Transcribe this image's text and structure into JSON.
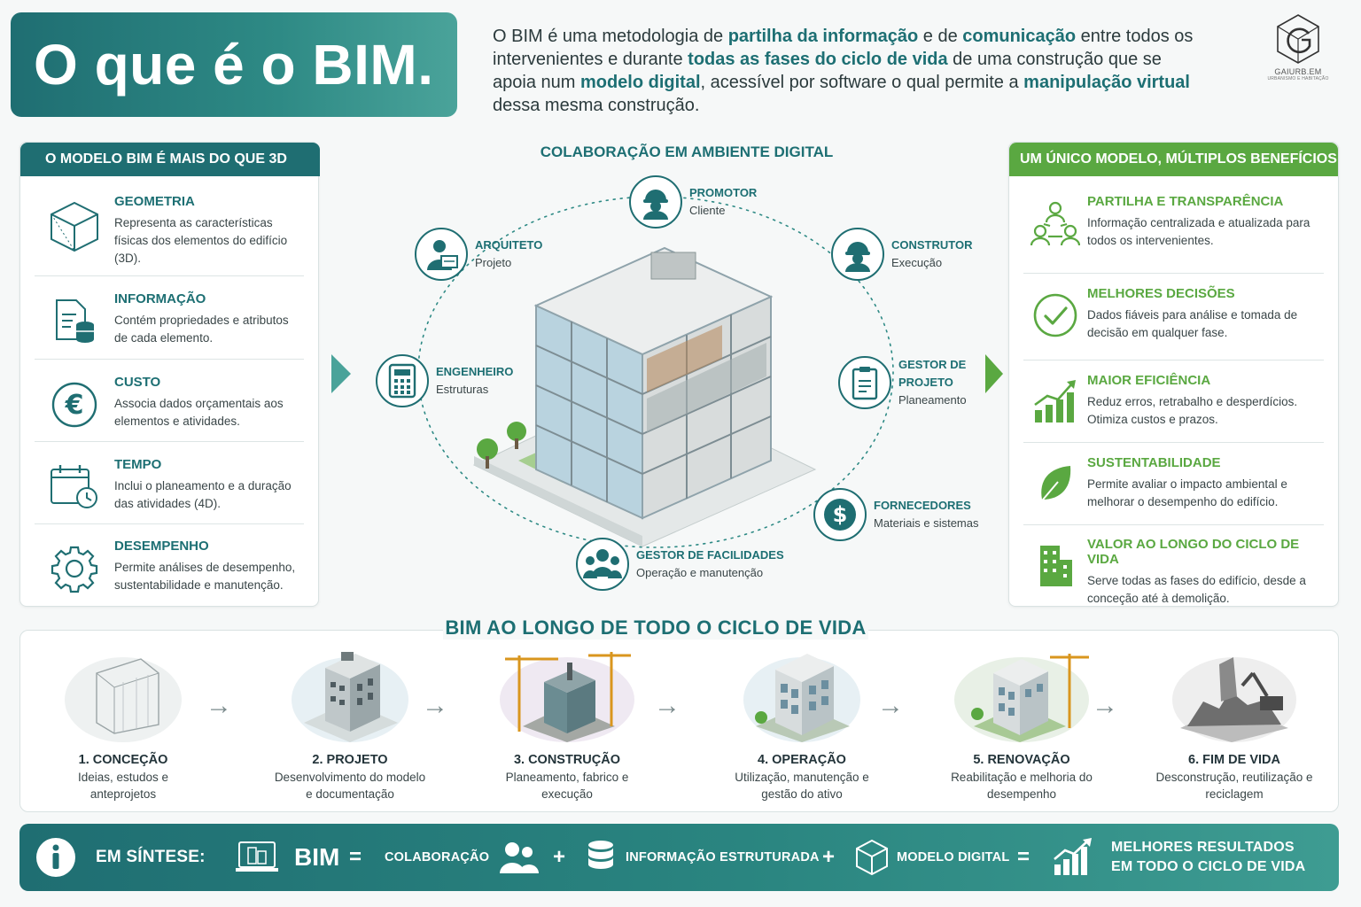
{
  "header": {
    "title": "O que é o BIM.",
    "intro": [
      {
        "t": "O BIM é uma metodologia de ",
        "b": false
      },
      {
        "t": "partilha da informação",
        "b": true
      },
      {
        "t": " e de ",
        "b": false
      },
      {
        "t": "comunicação",
        "b": true
      },
      {
        "t": " entre todos os intervenientes e durante ",
        "b": false
      },
      {
        "t": "todas as fases do ciclo de vida",
        "b": true
      },
      {
        "t": " de uma construção que se apoia num ",
        "b": false
      },
      {
        "t": "modelo digital",
        "b": true
      },
      {
        "t": ", acessível por software o qual permite a ",
        "b": false
      },
      {
        "t": "manipulação virtual",
        "b": true
      },
      {
        "t": " dessa mesma construção.",
        "b": false
      }
    ],
    "logo_brand": "GAIURB.EM",
    "logo_sub": "URBANISMO E HABITAÇÃO"
  },
  "left_panel": {
    "title": "O MODELO BIM É MAIS DO QUE 3D",
    "items": [
      {
        "title": "GEOMETRIA",
        "text": "Representa as características físicas dos elementos do edifício (3D).",
        "icon": "cube-icon"
      },
      {
        "title": "INFORMAÇÃO",
        "text": "Contém propriedades e atributos de cada elemento.",
        "icon": "document-database-icon"
      },
      {
        "title": "CUSTO",
        "text": "Associa dados orçamentais aos elementos e atividades.",
        "icon": "euro-icon"
      },
      {
        "title": "TEMPO",
        "text": "Inclui o planeamento e a duração das atividades (4D).",
        "icon": "calendar-clock-icon"
      },
      {
        "title": "DESEMPENHO",
        "text": "Permite análises de desempenho, sustentabilidade e manutenção.",
        "icon": "gear-icon"
      }
    ]
  },
  "center": {
    "title": "COLABORAÇÃO EM AMBIENTE DIGITAL",
    "actors": [
      {
        "role": "PROMOTOR",
        "sub": "Cliente"
      },
      {
        "role": "ARQUITETO",
        "sub": "Projeto"
      },
      {
        "role": "CONSTRUTOR",
        "sub": "Execução"
      },
      {
        "role": "ENGENHEIRO",
        "sub": "Estruturas"
      },
      {
        "role": "GESTOR DE PROJETO",
        "sub": "Planeamento"
      },
      {
        "role": "FORNECEDORES",
        "sub": "Materiais e sistemas"
      },
      {
        "role": "GESTOR DE FACILIDADES",
        "sub": "Operação e manutenção"
      }
    ]
  },
  "right_panel": {
    "title": "UM ÚNICO MODELO, MÚLTIPLOS BENEFÍCIOS",
    "items": [
      {
        "title": "PARTILHA E TRANSPARÊNCIA",
        "text": "Informação centralizada e atualizada para todos os intervenientes.",
        "icon": "people-network-icon"
      },
      {
        "title": "MELHORES DECISÕES",
        "text": "Dados fiáveis para análise e tomada de decisão em qualquer fase.",
        "icon": "check-circle-icon"
      },
      {
        "title": "MAIOR EFICIÊNCIA",
        "text": "Reduz erros, retrabalho e desperdícios. Otimiza custos e prazos.",
        "icon": "growth-chart-icon"
      },
      {
        "title": "SUSTENTABILIDADE",
        "text": "Permite avaliar o impacto ambiental e melhorar o desempenho do edifício.",
        "icon": "leaf-icon"
      },
      {
        "title": "VALOR AO LONGO DO CICLO DE VIDA",
        "text": "Serve todas as fases do edifício, desde a conceção até à demolição.",
        "icon": "buildings-icon"
      }
    ]
  },
  "lifecycle": {
    "title": "BIM AO LONGO DE TODO O CICLO DE VIDA",
    "stages": [
      {
        "name": "1. CONCEÇÃO",
        "desc": "Ideias, estudos e anteprojetos"
      },
      {
        "name": "2. PROJETO",
        "desc": "Desenvolvimento do modelo e documentação"
      },
      {
        "name": "3. CONSTRUÇÃO",
        "desc": "Planeamento, fabrico e execução"
      },
      {
        "name": "4. OPERAÇÃO",
        "desc": "Utilização, manutenção e gestão do ativo"
      },
      {
        "name": "5. RENOVAÇÃO",
        "desc": "Reabilitação e melhoria do desempenho"
      },
      {
        "name": "6. FIM DE VIDA",
        "desc": "Desconstrução, reutilização e reciclagem"
      }
    ]
  },
  "synthesis": {
    "label": "EM SÍNTESE:",
    "bim": "BIM",
    "eq1": "=",
    "term1": "COLABORAÇÃO",
    "plus1": "+",
    "term2": "INFORMAÇÃO ESTRUTURADA",
    "plus2": "+",
    "term3": "MODELO DIGITAL",
    "eq2": "=",
    "result_line1": "MELHORES RESULTADOS",
    "result_line2": "EM TODO O CICLO DE VIDA"
  },
  "colors": {
    "teal": "#1f6e72",
    "green": "#5aa841"
  }
}
